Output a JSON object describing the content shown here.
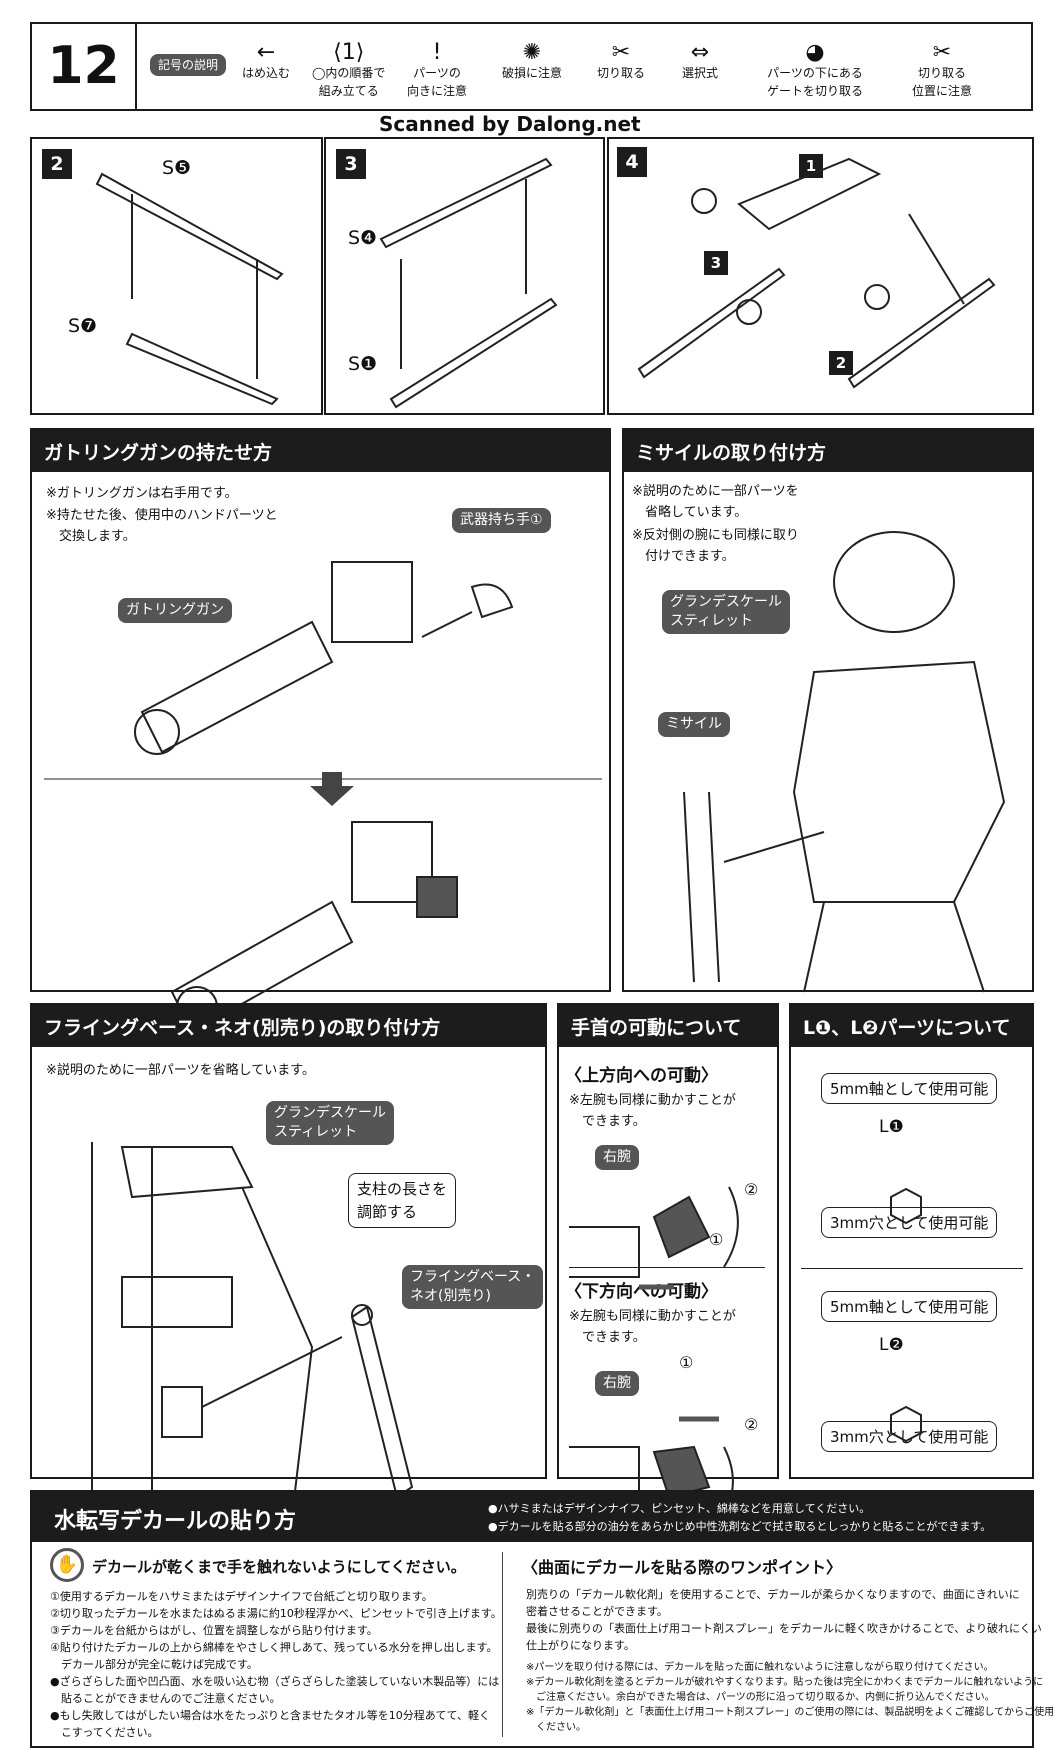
{
  "header": {
    "step": "12",
    "legend_label": "記号の説明",
    "symbols": [
      {
        "icon": "arrow-left-icon",
        "glyph": "←",
        "label": "はめ込む"
      },
      {
        "icon": "hexagon-number-icon",
        "glyph": "⟨1⟩",
        "label": "◯内の順番で\n組み立てる"
      },
      {
        "icon": "exclamation-icon",
        "glyph": "!",
        "label": "パーツの\n向きに注意"
      },
      {
        "icon": "breakage-icon",
        "glyph": "✺",
        "label": "破損に注意"
      },
      {
        "icon": "cut-icon",
        "glyph": "✂",
        "label": "切り取る"
      },
      {
        "icon": "choice-arrows-icon",
        "glyph": "⇔",
        "label": "選択式"
      },
      {
        "icon": "gate-cut-icon",
        "glyph": "◕",
        "label": "パーツの下にある\nゲートを切り取る"
      },
      {
        "icon": "cut-position-icon",
        "glyph": "✂",
        "label": "切り取る\n位置に注意"
      }
    ]
  },
  "watermark": "Scanned by Dalong.net",
  "steps": [
    {
      "num": "2",
      "labels": [
        "S❺",
        "S❼"
      ]
    },
    {
      "num": "3",
      "labels": [
        "S❹",
        "S❶"
      ]
    },
    {
      "num": "4",
      "labels": [
        "1",
        "3",
        "2"
      ]
    }
  ],
  "gatling": {
    "title": "ガトリングガンの持たせ方",
    "notes": [
      "※ガトリングガンは右手用です。",
      "※持たせた後、使用中のハンドパーツと\n　交換します。"
    ],
    "tag_hand": "武器持ち手①",
    "tag_gun": "ガトリングガン"
  },
  "missile": {
    "title": "ミサイルの取り付け方",
    "notes": [
      "※説明のために一部パーツを\n　省略しています。",
      "※反対側の腕にも同様に取り\n　付けできます。"
    ],
    "tag_char": "グランデスケール\nスティレット",
    "tag_missile": "ミサイル"
  },
  "flying": {
    "title": "フライングベース・ネオ(別売り)の取り付け方",
    "note": "※説明のために一部パーツを省略しています。",
    "tag_char": "グランデスケール\nスティレット",
    "bubble": "支柱の長さを\n調節する",
    "tag_base": "フライングベース・\nネオ(別売り)"
  },
  "wrist": {
    "title": "手首の可動について",
    "up_title": "〈上方向への可動〉",
    "up_note": "※左腕も同様に動かすことが\n　できます。",
    "down_title": "〈下方向への可動〉",
    "down_note": "※左腕も同様に動かすことが\n　できます。",
    "arm_tag": "右腕",
    "step1": "①",
    "step2": "②"
  },
  "lparts": {
    "title": "L❶、L❷パーツについて",
    "shaft": "5mm軸として使用可能",
    "hole": "3mm穴として使用可能",
    "l1": "L❶",
    "l2": "L❷"
  },
  "decal": {
    "title": "水転写デカールの貼り方",
    "bullets": [
      "●ハサミまたはデザインナイフ、ピンセット、綿棒などを用意してください。",
      "●デカールを貼る部分の油分をあらかじめ中性洗剤などで拭き取るとしっかりと貼ることができます。"
    ],
    "warning": "デカールが乾くまで手を触れないようにしてください。",
    "steps": [
      "①使用するデカールをハサミまたはデザインナイフで台紙ごと切り取ります。",
      "②切り取ったデカールを水またはぬるま湯に約10秒程浮かべ、ピンセットで引き上げます。",
      "③デカールを台紙からはがし、位置を調整しながら貼り付けます。",
      "④貼り付けたデカールの上から綿棒をやさしく押しあて、残っている水分を押し出します。\n　デカール部分が完全に乾けば完成です。",
      "●ざらざらした面や凹凸面、水を吸い込む物（ざらざらした塗装していない木製品等）には\n　貼ることができませんのでご注意ください。",
      "●もし失敗してはがしたい場合は水をたっぷりと含ませたタオル等を10分程あてて、軽く\n　こすってください。"
    ],
    "tip_title": "〈曲面にデカールを貼る際のワンポイント〉",
    "tip_text": [
      "別売りの「デカール軟化剤」を使用することで、デカールが柔らかくなりますので、曲面にきれいに\n密着させることができます。",
      "最後に別売りの「表面仕上げ用コート剤スプレー」をデカールに軽く吹きかけることで、より破れにくい\n仕上がりになります。"
    ],
    "tip_notes": [
      "※パーツを取り付ける際には、デカールを貼った面に触れないように注意しながら取り付けてください。",
      "※デカール軟化剤を塗るとデカールが破れやすくなります。貼った後は完全にかわくまでデカールに触れないように\n　ご注意ください。余白ができた場合は、パーツの形に沿って切り取るか、内側に折り込んでください。",
      "※「デカール軟化剤」と「表面仕上げ用コート剤スプレー」のご使用の際には、製品説明をよくご確認してからご使用\n　ください。"
    ]
  }
}
